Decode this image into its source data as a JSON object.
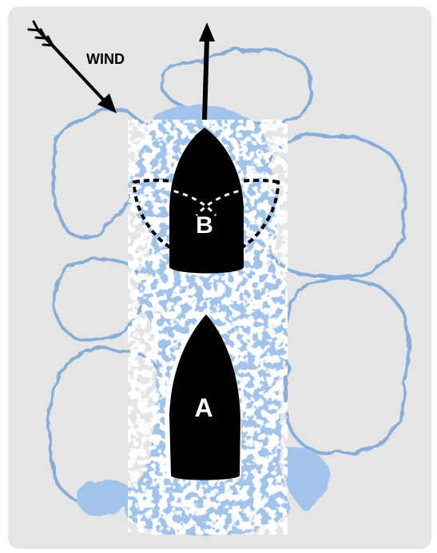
{
  "diagram": {
    "wind_label": "WIND",
    "boat_a_label": "A",
    "boat_b_label": "B"
  },
  "colors": {
    "paper": "#e4e5e4",
    "ice_outline": "#86aed8",
    "water": "#a2c4ea",
    "boat": "#000000",
    "boat_letter": "#ffffff",
    "arrow": "#000000"
  }
}
